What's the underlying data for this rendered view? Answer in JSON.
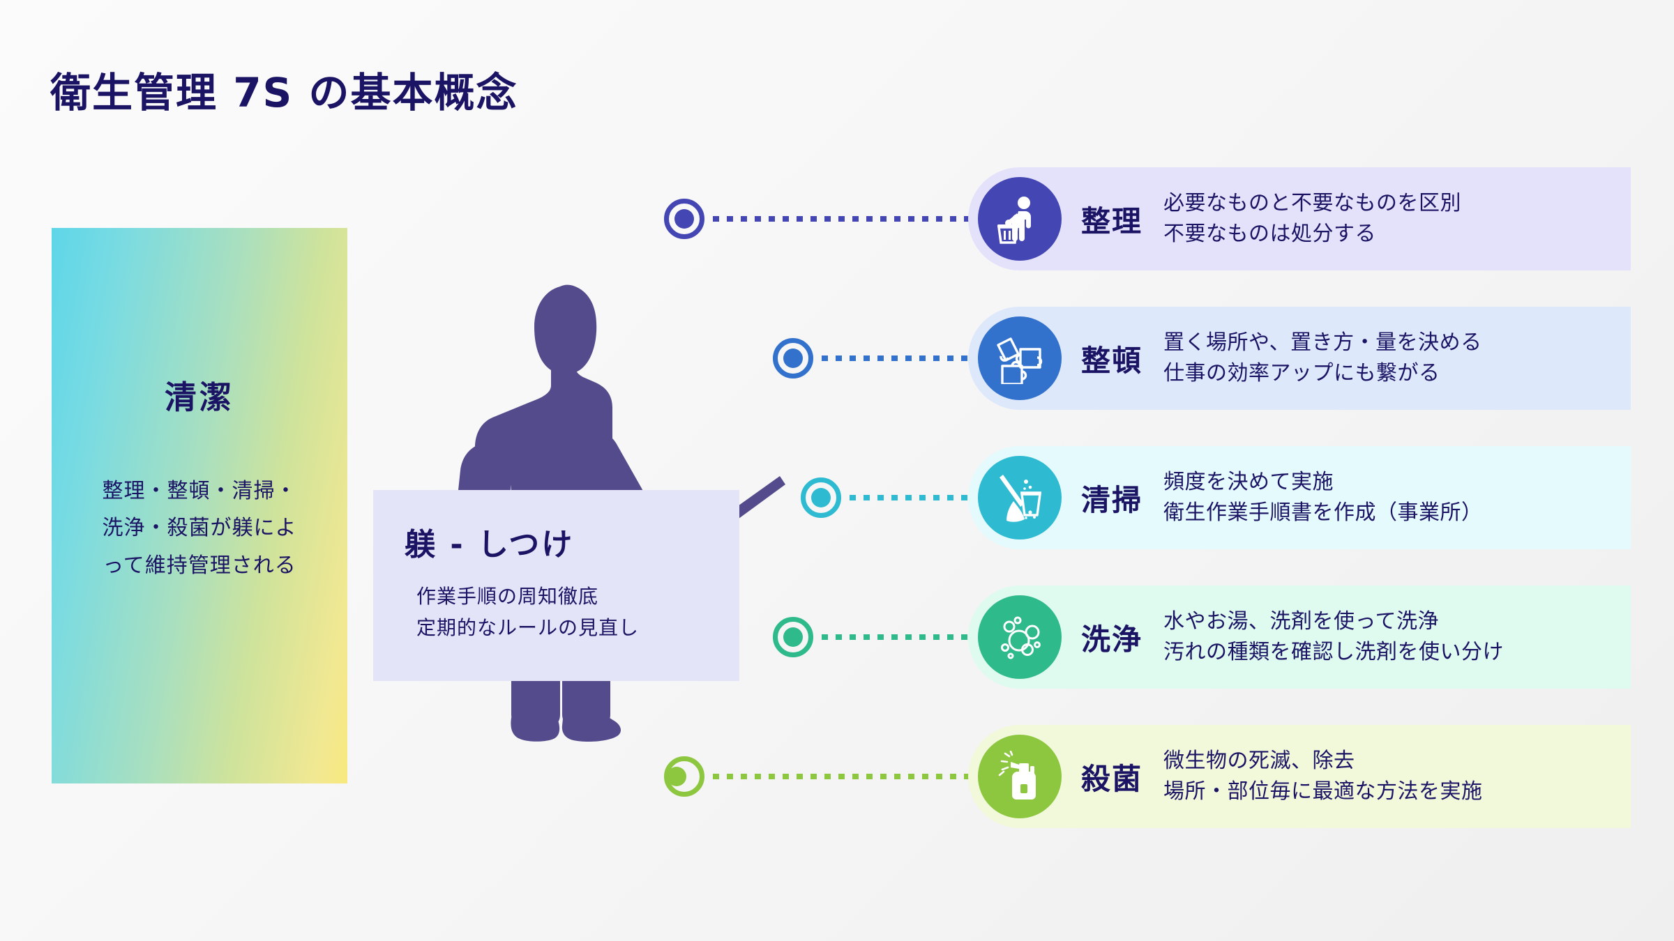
{
  "page": {
    "title": "衛生管理 7S の基本概念",
    "background_color": "#f4f4f4",
    "text_color": "#1b1464"
  },
  "seiketsu_panel": {
    "term": "清潔",
    "description_lines": [
      "整理・整頓・清掃・",
      "洗浄・殺菌が躾によ",
      "って維持管理される"
    ],
    "gradient_from": "#5ed6e8",
    "gradient_to": "#f7e97e"
  },
  "shitsuke_box": {
    "title": "躾 - しつけ",
    "description_lines": [
      "作業手順の周知徹底",
      "定期的なルールの見直し"
    ],
    "background_color": "#e4e4f8"
  },
  "presenter": {
    "icon_name": "presenter-silhouette",
    "color": "#544b8c"
  },
  "items": [
    {
      "term": "整理",
      "icon_name": "trash-disposal-icon",
      "lines": [
        "必要なものと不要なものを区別",
        "不要なものは処分する"
      ],
      "accent": "#4446b3",
      "card_bg": "#e4e2fa",
      "marker_offset": false
    },
    {
      "term": "整頓",
      "icon_name": "puzzle-pieces-icon",
      "lines": [
        "置く場所や、置き方・量を決める",
        "仕事の効率アップにも繋がる"
      ],
      "accent": "#3272cc",
      "card_bg": "#dde8fb",
      "marker_offset": false
    },
    {
      "term": "清掃",
      "icon_name": "mop-bucket-icon",
      "lines": [
        "頻度を決めて実施",
        "衛生作業手順書を作成（事業所）"
      ],
      "accent": "#2ebbd1",
      "card_bg": "#e4fafd",
      "marker_offset": false
    },
    {
      "term": "洗浄",
      "icon_name": "bubbles-icon",
      "lines": [
        "水やお湯、洗剤を使って洗浄",
        "汚れの種類を確認し洗剤を使い分け"
      ],
      "accent": "#2fba8b",
      "card_bg": "#dffaef",
      "marker_offset": false
    },
    {
      "term": "殺菌",
      "icon_name": "spray-bottle-icon",
      "lines": [
        "微生物の死滅、除去",
        "場所・部位毎に最適な方法を実施"
      ],
      "accent": "#8dc63f",
      "card_bg": "#f2f9db",
      "marker_offset": true
    }
  ]
}
